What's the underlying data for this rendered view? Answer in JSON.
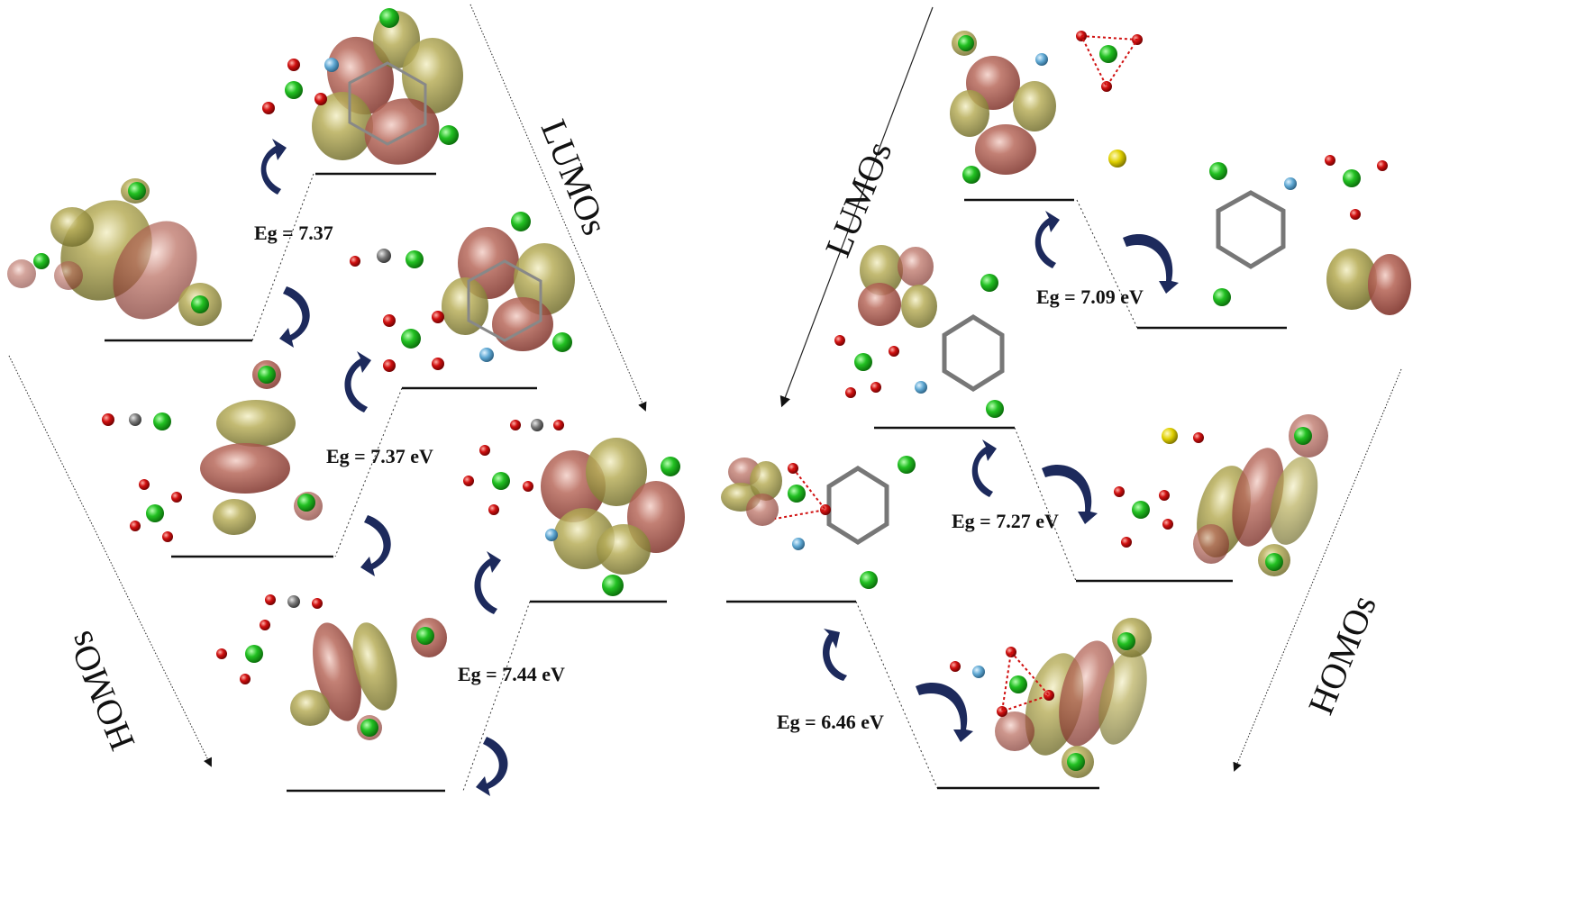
{
  "labels": {
    "lumos_left": "LUMOs",
    "homos_left": "HOMOs",
    "lumos_right": "LUMOs",
    "homos_right": "HOMOs"
  },
  "gaps": {
    "l1": "Eg = 7.37",
    "l2": "Eg = 7.37 eV",
    "l3": "Eg =  7.44 eV",
    "r1": "Eg = 7.09 eV",
    "r2": "Eg = 7.27 eV",
    "r3": "Eg = 6.46 eV"
  },
  "colors": {
    "orbital_positive": "#a3453b",
    "orbital_negative": "#a9a23a",
    "arrow": "#1d2a5c",
    "carbon": "#6a6a6a",
    "chlorine": "#1fbf1f",
    "oxygen": "#d01010",
    "nitrogen": "#5fa8d3",
    "sulfur": "#e0d000"
  }
}
